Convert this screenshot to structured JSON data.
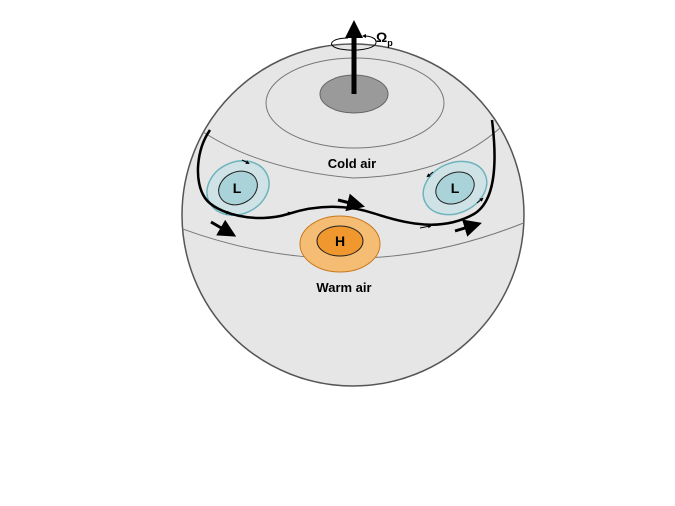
{
  "labels": {
    "cold_air": "Cold air",
    "warm_air": "Warm air",
    "low": "L",
    "high": "H",
    "rotation_symbol": "Ω",
    "rotation_subscript": "p"
  },
  "colors": {
    "sphere_fill": "#e6e6e6",
    "sphere_stroke": "#555555",
    "pole_cap": "#9a9a9a",
    "low_outer": "#cfe3e6",
    "low_inner": "#a9d3d9",
    "low_stroke": "#6fb3bd",
    "high_outer": "#f5bd74",
    "high_inner": "#f0982e",
    "high_stroke": "#c97a1e",
    "jet_stream": "#000000"
  },
  "icons": {
    "rotation_axis": "up-arrow-icon",
    "rotation_direction": "circular-arrow-icon"
  }
}
